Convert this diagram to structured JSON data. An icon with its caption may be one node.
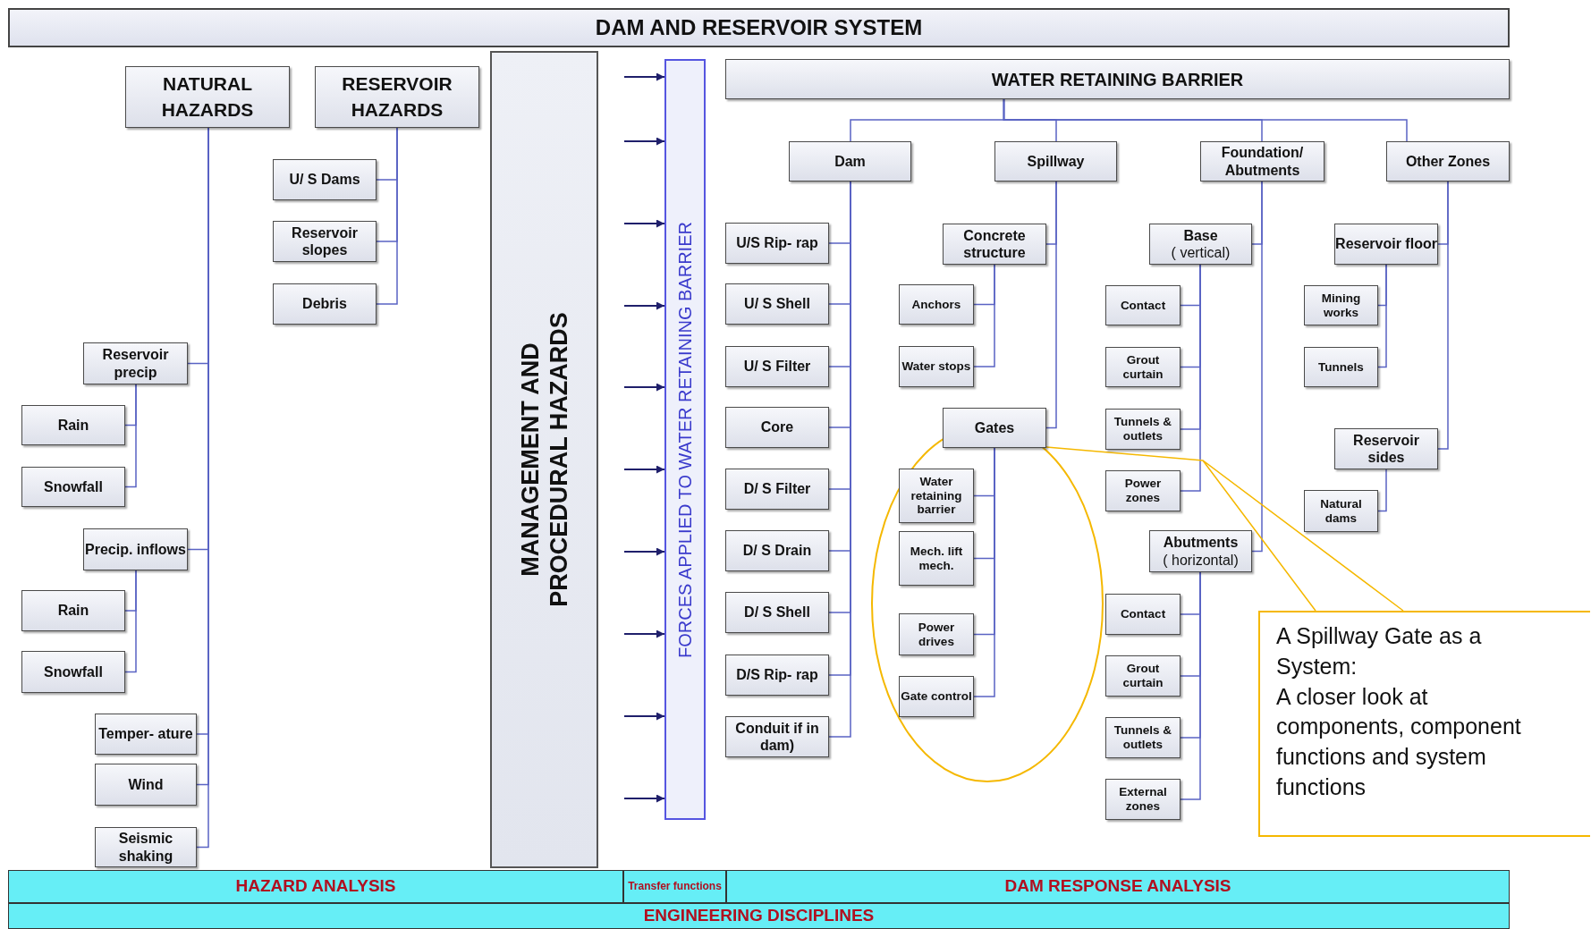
{
  "diagram": {
    "title": "DAM AND RESERVOIR SYSTEM",
    "nodes": [
      {
        "text": [],
        "shape": "box"
      },
      {
        "text": [
          "NATURAL HAZARDS"
        ]
      },
      {
        "text": [
          "RESERVOIR HAZARDS"
        ]
      },
      {
        "text": [
          "U/ S Dams"
        ]
      },
      {
        "text": [
          "Reservoir slopes"
        ]
      },
      {
        "text": [
          "Debris"
        ]
      },
      {
        "text": [
          "Reservoir precip"
        ]
      },
      {
        "text": [
          "Rain"
        ]
      },
      {
        "text": [
          "Snowfall"
        ]
      },
      {
        "text": [
          "Precip. inflows"
        ]
      },
      {
        "text": [
          "Rain"
        ]
      },
      {
        "text": [
          "Snowfall"
        ]
      },
      {
        "text": [
          "Temper- ature"
        ]
      },
      {
        "text": [
          "Wind"
        ]
      },
      {
        "text": [
          "Seismic shaking"
        ]
      },
      {
        "text": [
          "MANAGEMENT AND PROCEDURAL HAZARDS"
        ]
      },
      {
        "text": [
          "FORCES APPLIED TO WATER RETAINING BARRIER"
        ]
      },
      {
        "text": [
          "WATER RETAINING BARRIER"
        ]
      },
      {
        "text": [
          "Dam"
        ]
      },
      {
        "text": [
          "Spillway"
        ]
      },
      {
        "text": [
          "Foundation/ Abutments"
        ]
      },
      {
        "text": [
          "Other Zones"
        ]
      },
      {
        "text": [
          "U/S Rip- rap"
        ]
      },
      {
        "text": [
          "U/ S Shell"
        ]
      },
      {
        "text": [
          "U/ S Filter"
        ]
      },
      {
        "text": [
          "Core"
        ]
      },
      {
        "text": [
          "D/ S Filter"
        ]
      },
      {
        "text": [
          "D/ S Drain"
        ]
      },
      {
        "text": [
          "D/ S Shell"
        ]
      },
      {
        "text": [
          "D/S Rip- rap"
        ]
      },
      {
        "text": [
          "Conduit if in dam)"
        ]
      },
      {
        "text": [
          "Concrete structure"
        ]
      },
      {
        "text": [
          "Anchors"
        ]
      },
      {
        "text": [
          "Water stops"
        ]
      },
      {
        "text": [
          "Gates"
        ]
      },
      {
        "text": [
          "Water retaining barrier"
        ]
      },
      {
        "text": [
          "Mech. lift mech."
        ]
      },
      {
        "text": [
          "Power drives"
        ]
      },
      {
        "text": [
          "Gate control"
        ]
      },
      {
        "text": [
          "Base",
          "( vertical)"
        ]
      },
      {
        "text": [
          "Contact"
        ]
      },
      {
        "text": [
          "Grout curtain"
        ]
      },
      {
        "text": [
          "Tunnels & outlets"
        ]
      },
      {
        "text": [
          "Power zones"
        ]
      },
      {
        "text": [
          "Abutments",
          "( horizontal)"
        ]
      },
      {
        "text": [
          "Contact"
        ]
      },
      {
        "text": [
          "Grout curtain"
        ]
      },
      {
        "text": [
          "Tunnels & outlets"
        ]
      },
      {
        "text": [
          "External zones"
        ]
      },
      {
        "text": [
          "Reservoir floor"
        ]
      },
      {
        "text": [
          "Mining works"
        ]
      },
      {
        "text": [
          "Tunnels"
        ]
      },
      {
        "text": [
          "Reservoir sides"
        ]
      },
      {
        "text": [
          "Natural dams"
        ]
      },
      {
        "text": [
          "A Spillway Gate as a System:",
          "A closer look at components, component functions and system functions"
        ]
      },
      {
        "text": [
          "HAZARD ANALYSIS"
        ]
      },
      {
        "text": [
          "Transfer functions"
        ]
      },
      {
        "text": [
          "DAM RESPONSE ANALYSIS"
        ]
      },
      {
        "text": [
          "ENGINEERING DISCIPLINES"
        ]
      }
    ],
    "edges": [
      {
        "from": 1,
        "to": 6,
        "arrow": "none"
      },
      {
        "from": 1,
        "to": 9,
        "arrow": "none"
      },
      {
        "from": 1,
        "to": 12,
        "arrow": "none"
      },
      {
        "from": 1,
        "to": 13,
        "arrow": "none"
      },
      {
        "from": 1,
        "to": 14,
        "arrow": "none"
      },
      {
        "from": 6,
        "to": 7,
        "arrow": "none"
      },
      {
        "from": 6,
        "to": 8,
        "arrow": "none"
      },
      {
        "from": 9,
        "to": 10,
        "arrow": "none"
      },
      {
        "from": 9,
        "to": 11,
        "arrow": "none"
      },
      {
        "from": 2,
        "to": 3,
        "arrow": "none"
      },
      {
        "from": 2,
        "to": 4,
        "arrow": "none"
      },
      {
        "from": 2,
        "to": 5,
        "arrow": "none"
      },
      {
        "from": 17,
        "to": 18,
        "arrow": "none"
      },
      {
        "from": 17,
        "to": 19,
        "arrow": "none"
      },
      {
        "from": 17,
        "to": 20,
        "arrow": "none"
      },
      {
        "from": 17,
        "to": 21,
        "arrow": "none"
      },
      {
        "from": 18,
        "to": 22,
        "arrow": "none"
      },
      {
        "from": 18,
        "to": 23,
        "arrow": "none"
      },
      {
        "from": 18,
        "to": 24,
        "arrow": "none"
      },
      {
        "from": 18,
        "to": 25,
        "arrow": "none"
      },
      {
        "from": 18,
        "to": 26,
        "arrow": "none"
      },
      {
        "from": 18,
        "to": 27,
        "arrow": "none"
      },
      {
        "from": 18,
        "to": 28,
        "arrow": "none"
      },
      {
        "from": 18,
        "to": 29,
        "arrow": "none"
      },
      {
        "from": 18,
        "to": 30,
        "arrow": "none"
      },
      {
        "from": 19,
        "to": 31,
        "arrow": "none"
      },
      {
        "from": 19,
        "to": 34,
        "arrow": "none"
      },
      {
        "from": 31,
        "to": 32,
        "arrow": "none"
      },
      {
        "from": 31,
        "to": 33,
        "arrow": "none"
      },
      {
        "from": 34,
        "to": 35,
        "arrow": "none"
      },
      {
        "from": 34,
        "to": 36,
        "arrow": "none"
      },
      {
        "from": 34,
        "to": 37,
        "arrow": "none"
      },
      {
        "from": 34,
        "to": 38,
        "arrow": "none"
      },
      {
        "from": 20,
        "to": 39,
        "arrow": "none"
      },
      {
        "from": 20,
        "to": 44,
        "arrow": "none"
      },
      {
        "from": 39,
        "to": 40,
        "arrow": "none"
      },
      {
        "from": 39,
        "to": 41,
        "arrow": "none"
      },
      {
        "from": 39,
        "to": 42,
        "arrow": "none"
      },
      {
        "from": 39,
        "to": 43,
        "arrow": "none"
      },
      {
        "from": 44,
        "to": 45,
        "arrow": "none"
      },
      {
        "from": 44,
        "to": 46,
        "arrow": "none"
      },
      {
        "from": 44,
        "to": 47,
        "arrow": "none"
      },
      {
        "from": 44,
        "to": 48,
        "arrow": "none"
      },
      {
        "from": 21,
        "to": 49,
        "arrow": "none"
      },
      {
        "from": 21,
        "to": 52,
        "arrow": "none"
      },
      {
        "from": 49,
        "to": 50,
        "arrow": "none"
      },
      {
        "from": 49,
        "to": 51,
        "arrow": "none"
      },
      {
        "from": 52,
        "to": 53,
        "arrow": "none"
      },
      {
        "from": null,
        "to": 16,
        "arrow": "to",
        "color": "#1f1f6b"
      },
      {
        "from": null,
        "to": 16,
        "arrow": "to",
        "color": "#1f1f6b"
      },
      {
        "from": null,
        "to": 16,
        "arrow": "to",
        "color": "#1f1f6b"
      },
      {
        "from": null,
        "to": 16,
        "arrow": "to",
        "color": "#1f1f6b"
      },
      {
        "from": null,
        "to": 16,
        "arrow": "to",
        "color": "#1f1f6b"
      },
      {
        "from": null,
        "to": 16,
        "arrow": "to",
        "color": "#1f1f6b"
      },
      {
        "from": null,
        "to": 16,
        "arrow": "to",
        "color": "#1f1f6b"
      },
      {
        "from": null,
        "to": 16,
        "arrow": "to",
        "color": "#1f1f6b"
      },
      {
        "from": null,
        "to": 16,
        "arrow": "to",
        "color": "#1f1f6b"
      },
      {
        "from": null,
        "to": 16,
        "arrow": "to",
        "color": "#1f1f6b"
      },
      {
        "from": 54,
        "to": 34,
        "arrow": "none",
        "color": "#f5b800"
      }
    ]
  }
}
